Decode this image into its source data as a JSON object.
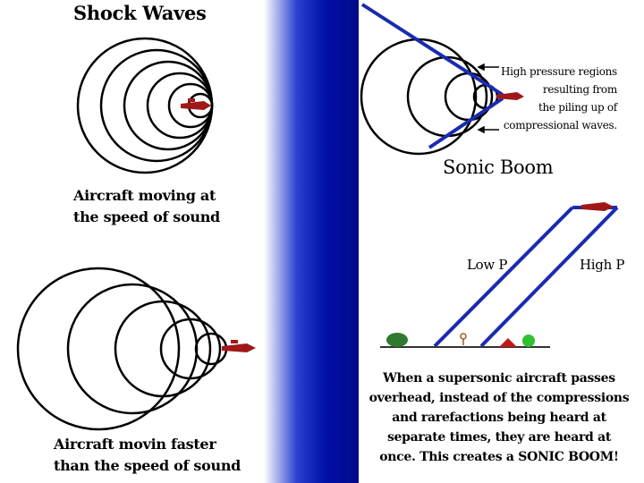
{
  "panel_left": {
    "title": "Shock Waves",
    "caption_top": [
      "Aircraft moving at",
      "the speed of sound"
    ],
    "caption_bottom": [
      "Aircraft movin faster",
      "than the speed of sound"
    ]
  },
  "panel_right": {
    "annotation": [
      "High pressure regions",
      "resulting from",
      "the piling up of",
      "compressional waves."
    ],
    "title": "Sonic Boom",
    "label_low": "Low P",
    "label_high": "High P",
    "description": [
      "When a supersonic aircraft passes",
      "overhead, instead of the compressions",
      "and rarefactions being heard at",
      "separate times, they are heard at",
      "once.  This creates a SONIC BOOM!"
    ]
  },
  "colors": {
    "band": "#0010a8",
    "cone_lines": "#1a2bb0",
    "aircraft": "#a01818"
  }
}
